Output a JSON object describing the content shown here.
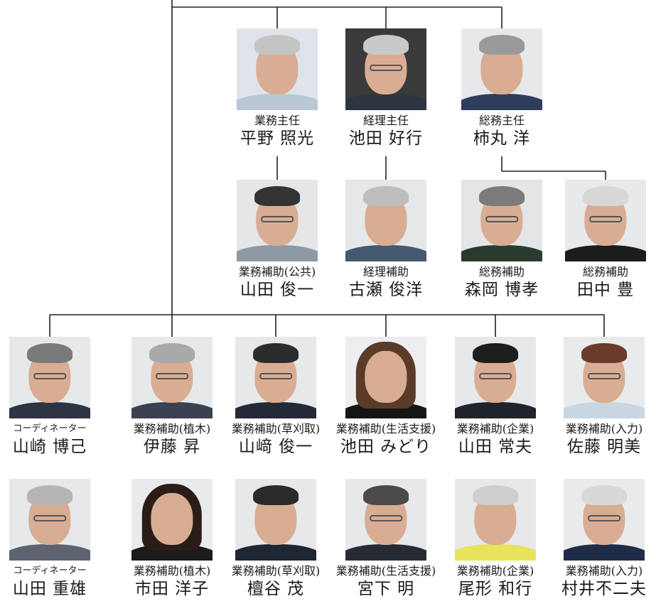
{
  "chart_data": {
    "type": "org-chart",
    "levels": [
      {
        "members": [
          {
            "role": "業務主任",
            "name": "平野 照光"
          },
          {
            "role": "経理主任",
            "name": "池田 好行"
          },
          {
            "role": "総務主任",
            "name": "柿丸 洋"
          }
        ]
      },
      {
        "members": [
          {
            "role": "業務補助(公共)",
            "name": "山田 俊一"
          },
          {
            "role": "経理補助",
            "name": "古瀬 俊洋"
          },
          {
            "role": "総務補助",
            "name": "森岡 博孝"
          },
          {
            "role": "総務補助",
            "name": "田中 豊"
          }
        ]
      },
      {
        "members": [
          {
            "role": "コーディネーター",
            "name": "山崎 博己"
          },
          {
            "role": "業務補助(植木)",
            "name": "伊藤 昇"
          },
          {
            "role": "業務補助(草刈取)",
            "name": "山﨑 俊一"
          },
          {
            "role": "業務補助(生活支援)",
            "name": "池田 みどり"
          },
          {
            "role": "業務補助(企業)",
            "name": "山田 常夫"
          },
          {
            "role": "業務補助(入力)",
            "name": "佐藤 明美"
          }
        ]
      },
      {
        "members": [
          {
            "role": "コーディネーター",
            "name": "山田 重雄"
          },
          {
            "role": "業務補助(植木)",
            "name": "市田 洋子"
          },
          {
            "role": "業務補助(草刈取)",
            "name": "檀谷 茂"
          },
          {
            "role": "業務補助(生活支援)",
            "name": "宮下 明"
          },
          {
            "role": "業務補助(企業)",
            "name": "尾形 和行"
          },
          {
            "role": "業務補助(入力)",
            "name": "村井不二夫"
          }
        ]
      }
    ]
  },
  "colors": {
    "line": "#222222",
    "photo_bg": "#e9ebee"
  },
  "photo_style": {
    "r0": [
      {
        "bg": "#dfe4ea",
        "hair": "#c4c4c4",
        "body": "#b9c7d6",
        "glasses": false
      },
      {
        "bg": "#3a3a3a",
        "hair": "#c9c9c9",
        "body": "#2c3540",
        "glasses": true
      },
      {
        "bg": "#e6e8ea",
        "hair": "#9a9a9a",
        "body": "#2d3d5a",
        "glasses": false
      }
    ],
    "r1": [
      {
        "bg": "#e4e6e8",
        "hair": "#333333",
        "body": "#8e99a6",
        "glasses": true
      },
      {
        "bg": "#e6e7e9",
        "hair": "#bdbdbd",
        "body": "#445870",
        "glasses": false
      },
      {
        "bg": "#e3e5e7",
        "hair": "#7b7b7b",
        "body": "#2b3a2f",
        "glasses": true
      },
      {
        "bg": "#e8e9eb",
        "hair": "#d7d7d7",
        "body": "#1c1c1c",
        "glasses": true
      }
    ],
    "r2": [
      {
        "bg": "#e7e8ea",
        "hair": "#7a7a7a",
        "body": "#2d3442",
        "glasses": true
      },
      {
        "bg": "#e7e8ea",
        "hair": "#a9a9a9",
        "body": "#3a4150",
        "glasses": true
      },
      {
        "bg": "#e7e8ea",
        "hair": "#2c2c2c",
        "body": "#232936",
        "glasses": true
      },
      {
        "bg": "#eceef0",
        "hair": "#5a3b2a",
        "body": "#151515",
        "glasses": false,
        "long": true
      },
      {
        "bg": "#e6e8ea",
        "hair": "#1e1e1e",
        "body": "#1f232c",
        "glasses": true
      },
      {
        "bg": "#e8eaec",
        "hair": "#6a3a2a",
        "body": "#c9d6e2",
        "glasses": true
      }
    ],
    "r3": [
      {
        "bg": "#e7e8ea",
        "hair": "#b5b5b5",
        "body": "#5d6470",
        "glasses": true
      },
      {
        "bg": "#e9eaec",
        "hair": "#2a1d18",
        "body": "#1b1b1b",
        "glasses": false,
        "long": true
      },
      {
        "bg": "#e7e8ea",
        "hair": "#2a2a2a",
        "body": "#1e2634",
        "glasses": false
      },
      {
        "bg": "#e7e8ea",
        "hair": "#4a4a4a",
        "body": "#262a33",
        "glasses": true
      },
      {
        "bg": "#e7e8ea",
        "hair": "#cfcfcf",
        "body": "#e7e35c",
        "glasses": false
      },
      {
        "bg": "#e9eaec",
        "hair": "#d8d8d8",
        "body": "#1f2c48",
        "glasses": true
      }
    ]
  }
}
